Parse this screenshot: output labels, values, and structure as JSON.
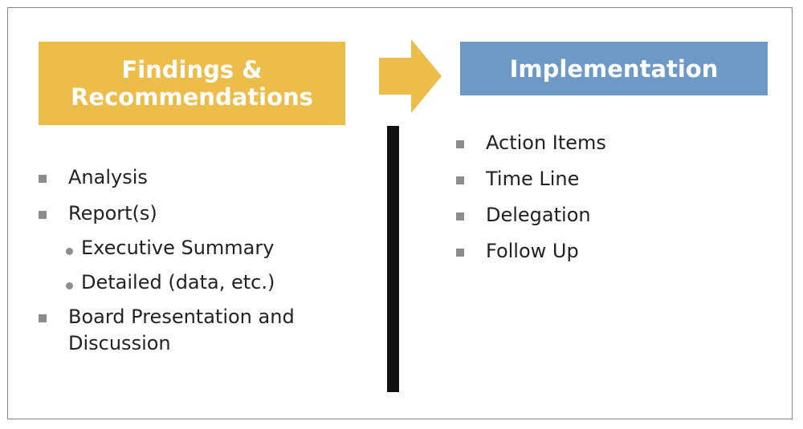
{
  "colors": {
    "left_header_bg": "#ecbd49",
    "right_header_bg": "#6d99c6",
    "arrow": "#ecbd49",
    "bullet": "#8c8c8c",
    "divider": "#111111"
  },
  "left": {
    "header": "Findings &\nRecommendations",
    "items": [
      {
        "label": "Analysis",
        "level": 1
      },
      {
        "label": "Report(s)",
        "level": 1
      },
      {
        "label": "Executive Summary",
        "level": 2
      },
      {
        "label": "Detailed (data, etc.)",
        "level": 2
      },
      {
        "label": "Board Presentation and Discussion",
        "level": 1
      }
    ]
  },
  "right": {
    "header": "Implementation",
    "items": [
      {
        "label": "Action Items",
        "level": 1
      },
      {
        "label": "Time Line",
        "level": 1
      },
      {
        "label": "Delegation",
        "level": 1
      },
      {
        "label": "Follow Up",
        "level": 1
      }
    ]
  },
  "icons": {
    "arrow": "right-arrow-icon",
    "square_bullet": "square-bullet-icon",
    "round_bullet": "dot-bullet-icon"
  }
}
